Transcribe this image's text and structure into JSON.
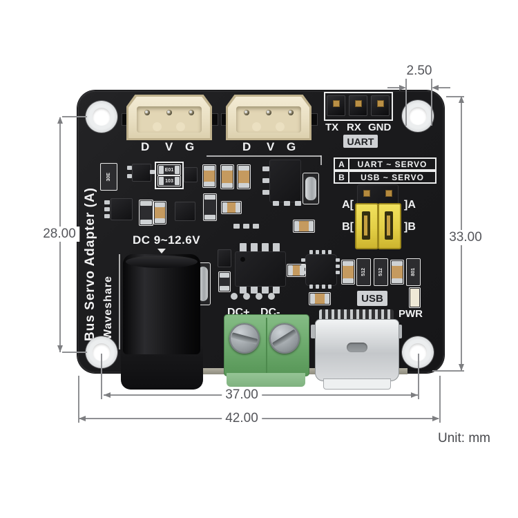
{
  "unit_note": "Unit: mm",
  "dimensions": {
    "hole_diameter": "2.50",
    "left_hole_spacing": "28.00",
    "board_height": "33.00",
    "bottom_hole_spacing": "37.00",
    "board_width": "42.00"
  },
  "board": {
    "product_name": "Bus Servo Adapter (A)",
    "brand": "Waveshare",
    "servo_pin_labels": [
      "D",
      "V",
      "G"
    ],
    "uart_pins": [
      "TX",
      "RX",
      "GND"
    ],
    "uart_label": "UART",
    "mode_table": [
      {
        "key": "A",
        "value": "UART ~ SERVO"
      },
      {
        "key": "B",
        "value": "USB ~ SERVO"
      }
    ],
    "jumper": {
      "a_left": "A[",
      "a_right": "]A",
      "b_left": "B[",
      "b_right": "]B"
    },
    "power_label": "DC 9~12.6V",
    "terminal_pos_label": "DC+",
    "terminal_neg_label": "DC-",
    "usb_label": "USB",
    "pwr_label": "PWR",
    "markings": {
      "m1": "30E",
      "m2": "E01",
      "m3": "103",
      "m4": "512",
      "m5": "512",
      "m6": "801"
    }
  },
  "colors": {
    "board_black": "#1b1b1d",
    "jumper_yellow": "#e3cf46",
    "terminal_green": "#68a668",
    "connector_cream": "#e9dfc2",
    "dimension_gray": "#8f9093"
  }
}
